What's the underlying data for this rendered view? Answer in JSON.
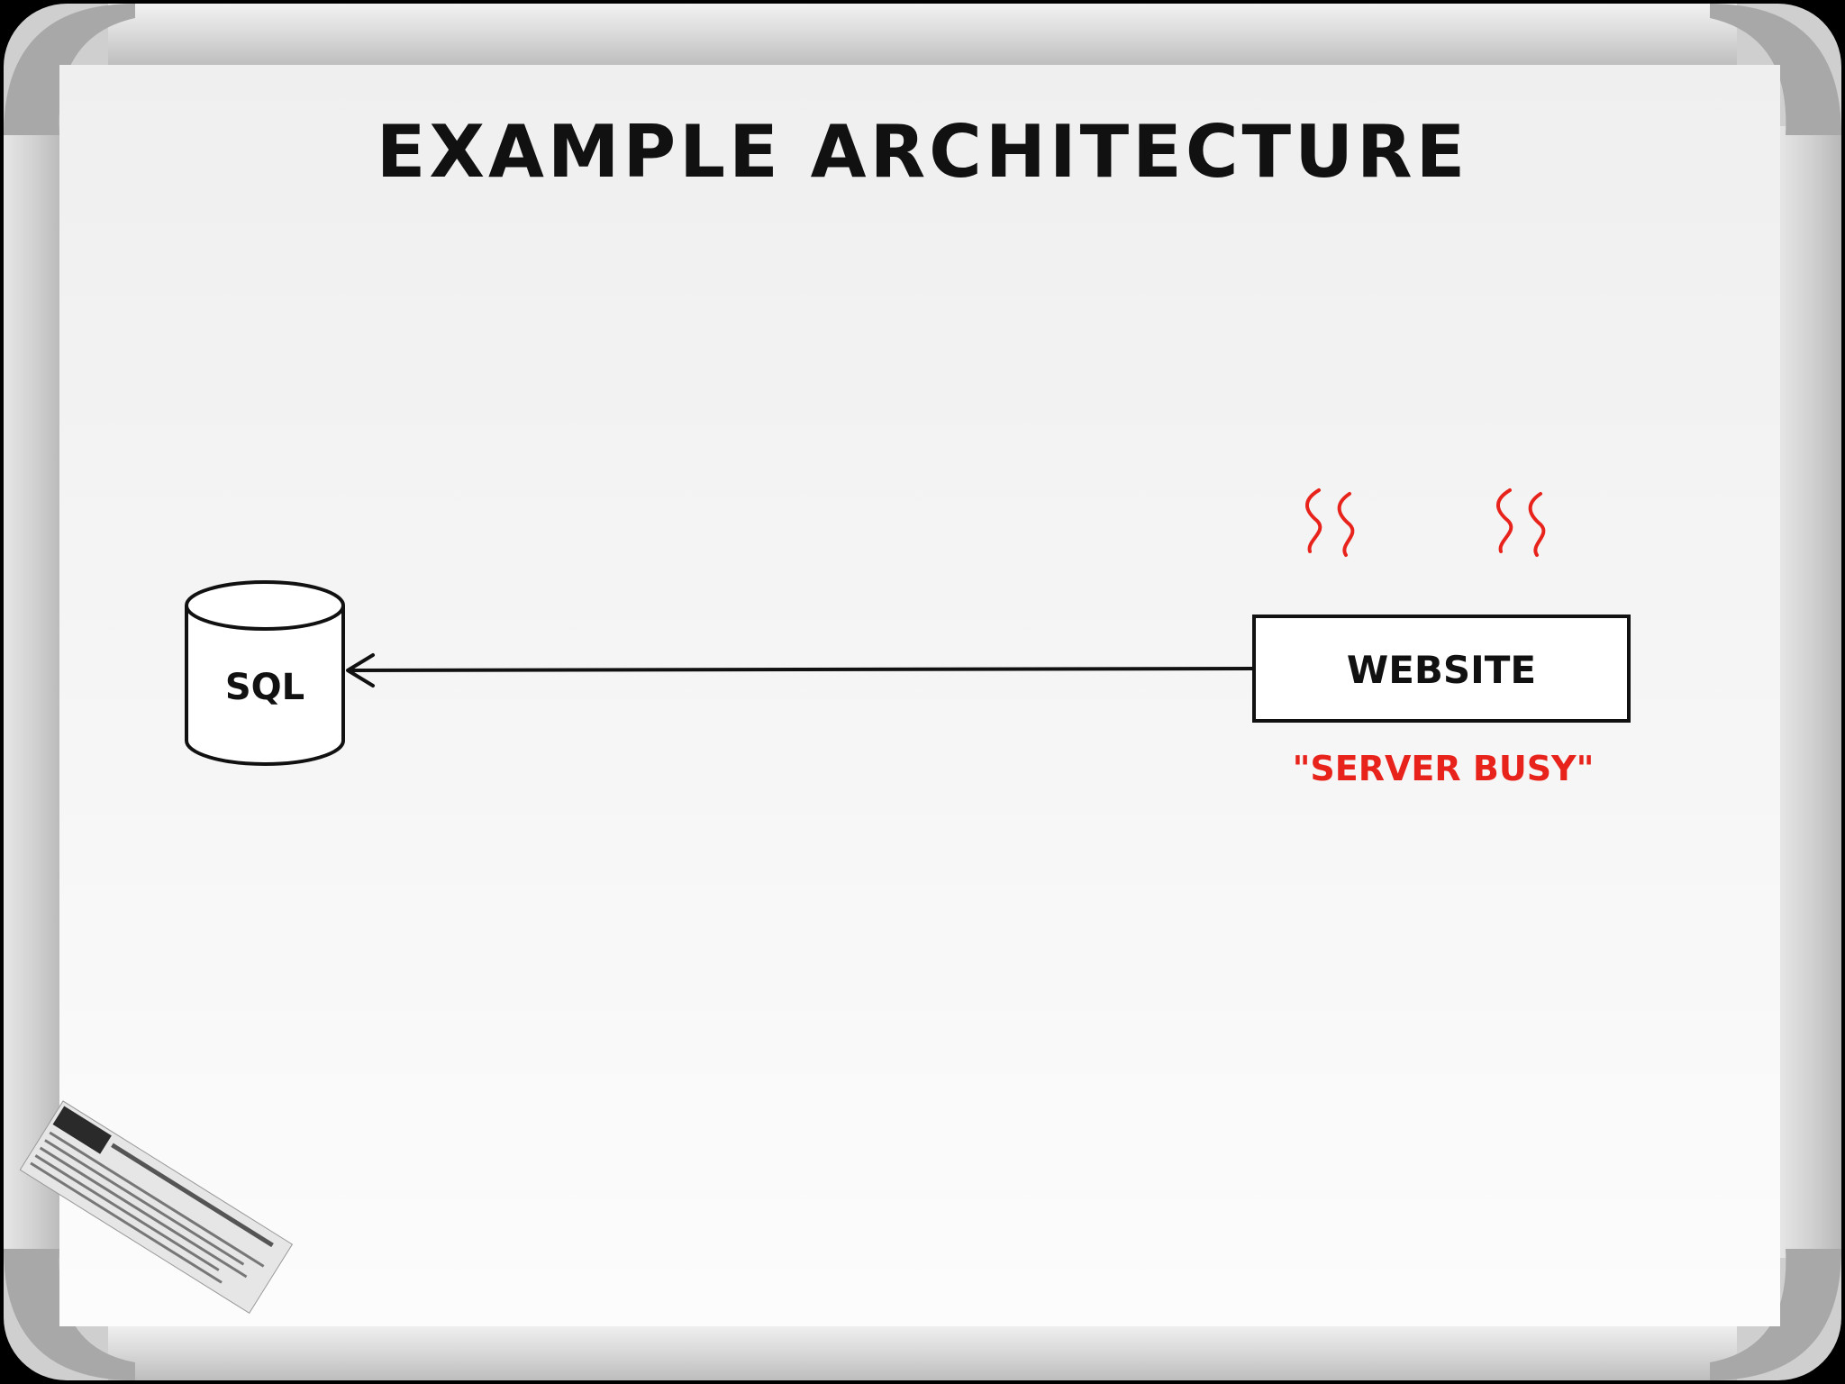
{
  "title": "Example Architecture",
  "nodes": {
    "database": {
      "label": "SQL"
    },
    "website": {
      "label": "Website",
      "status_note": "\"Server Busy\""
    }
  },
  "colors": {
    "ink": "#111111",
    "alert": "#e8231b",
    "board": "#f4f4f4",
    "frame": "#c9c9c9",
    "corner": "#a9a9a9",
    "background": "#000000"
  },
  "icons": {
    "heat_waves": "heat-waves-icon",
    "database": "database-cylinder-icon",
    "arrow": "arrow-left-icon"
  }
}
